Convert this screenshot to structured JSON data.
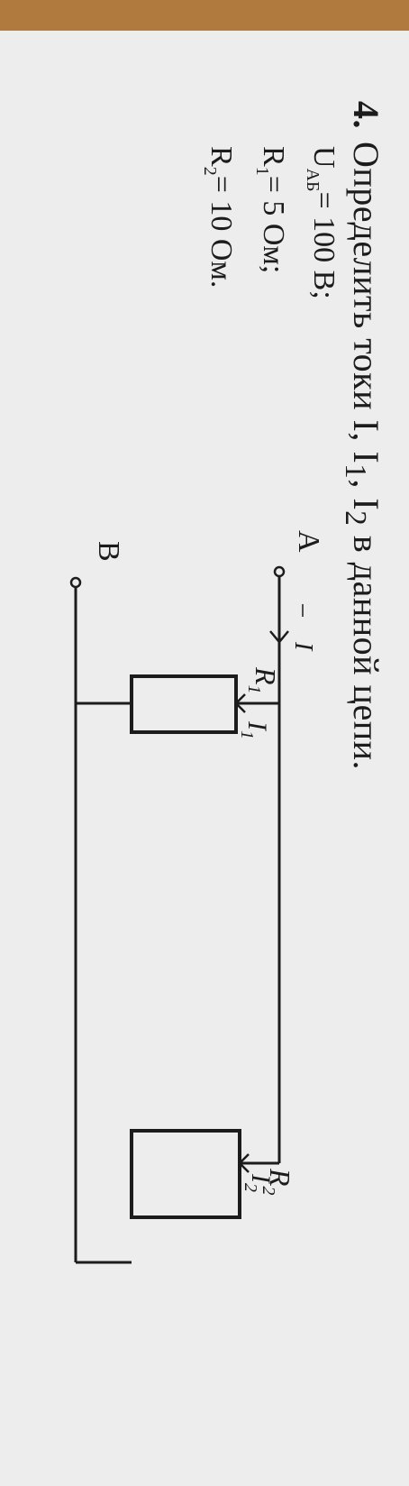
{
  "problem": {
    "number": "4.",
    "title": "Определить токи I, I",
    "title_sub1": "1",
    "title_sep": ", I",
    "title_sub2": "2",
    "title_tail": " в данной цепи."
  },
  "given": {
    "uab_symbol": "U",
    "uab_sub": "АБ",
    "uab_value": "= 100 В;",
    "r1_symbol": "R",
    "r1_sub": "1",
    "r1_value": "= 5 Ом;",
    "r2_symbol": "R",
    "r2_sub": "2",
    "r2_value": "= 10 Ом."
  },
  "diagram": {
    "node_a": "A",
    "node_b": "B",
    "current_main": "I",
    "current_1": "I",
    "current_1_sub": "1",
    "current_2": "I",
    "current_2_sub": "2",
    "resistor_1": "R",
    "resistor_1_sub": "1",
    "resistor_2": "R",
    "resistor_2_sub": "2"
  },
  "colors": {
    "ink": "#1c1c1c",
    "paper": "#ededed",
    "desk": "#b07a3e"
  }
}
